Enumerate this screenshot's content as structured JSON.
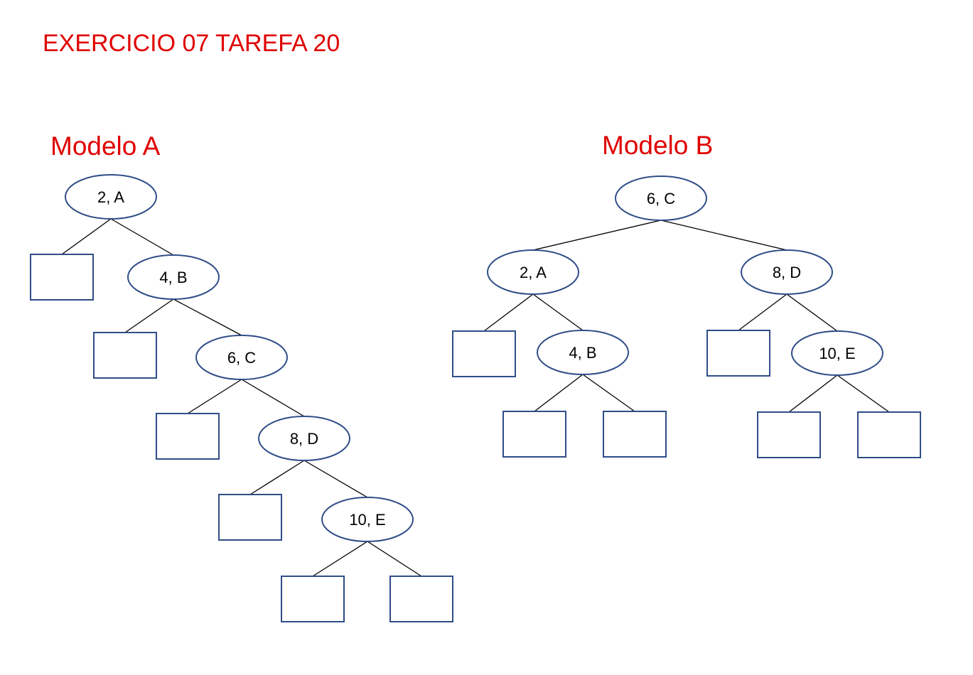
{
  "page_title": "EXERCICIO 07 TAREFA 20",
  "colors": {
    "title": "#e00000",
    "node_stroke": "#2f4d87",
    "edge": "#000000",
    "node_text": "#000000"
  },
  "trees": [
    {
      "title": "Modelo A",
      "nodes": [
        {
          "id": "a2",
          "label": "2, A",
          "left": "leafA1",
          "right": "a4"
        },
        {
          "id": "a4",
          "label": "4, B",
          "left": "leafA2",
          "right": "a6"
        },
        {
          "id": "a6",
          "label": "6, C",
          "left": "leafA3",
          "right": "a8"
        },
        {
          "id": "a8",
          "label": "8, D",
          "left": "leafA4",
          "right": "a10"
        },
        {
          "id": "a10",
          "label": "10, E",
          "left": "leafA5",
          "right": "leafA6"
        }
      ]
    },
    {
      "title": "Modelo B",
      "nodes": [
        {
          "id": "b6",
          "label": "6, C",
          "left": "b2",
          "right": "b8"
        },
        {
          "id": "b2",
          "label": "2, A",
          "left": "leafB1",
          "right": "b4"
        },
        {
          "id": "b4",
          "label": "4, B",
          "left": "leafB2",
          "right": "leafB3"
        },
        {
          "id": "b8",
          "label": "8, D",
          "left": "leafB4",
          "right": "b10"
        },
        {
          "id": "b10",
          "label": "10, E",
          "left": "leafB5",
          "right": "leafB6"
        }
      ]
    }
  ]
}
